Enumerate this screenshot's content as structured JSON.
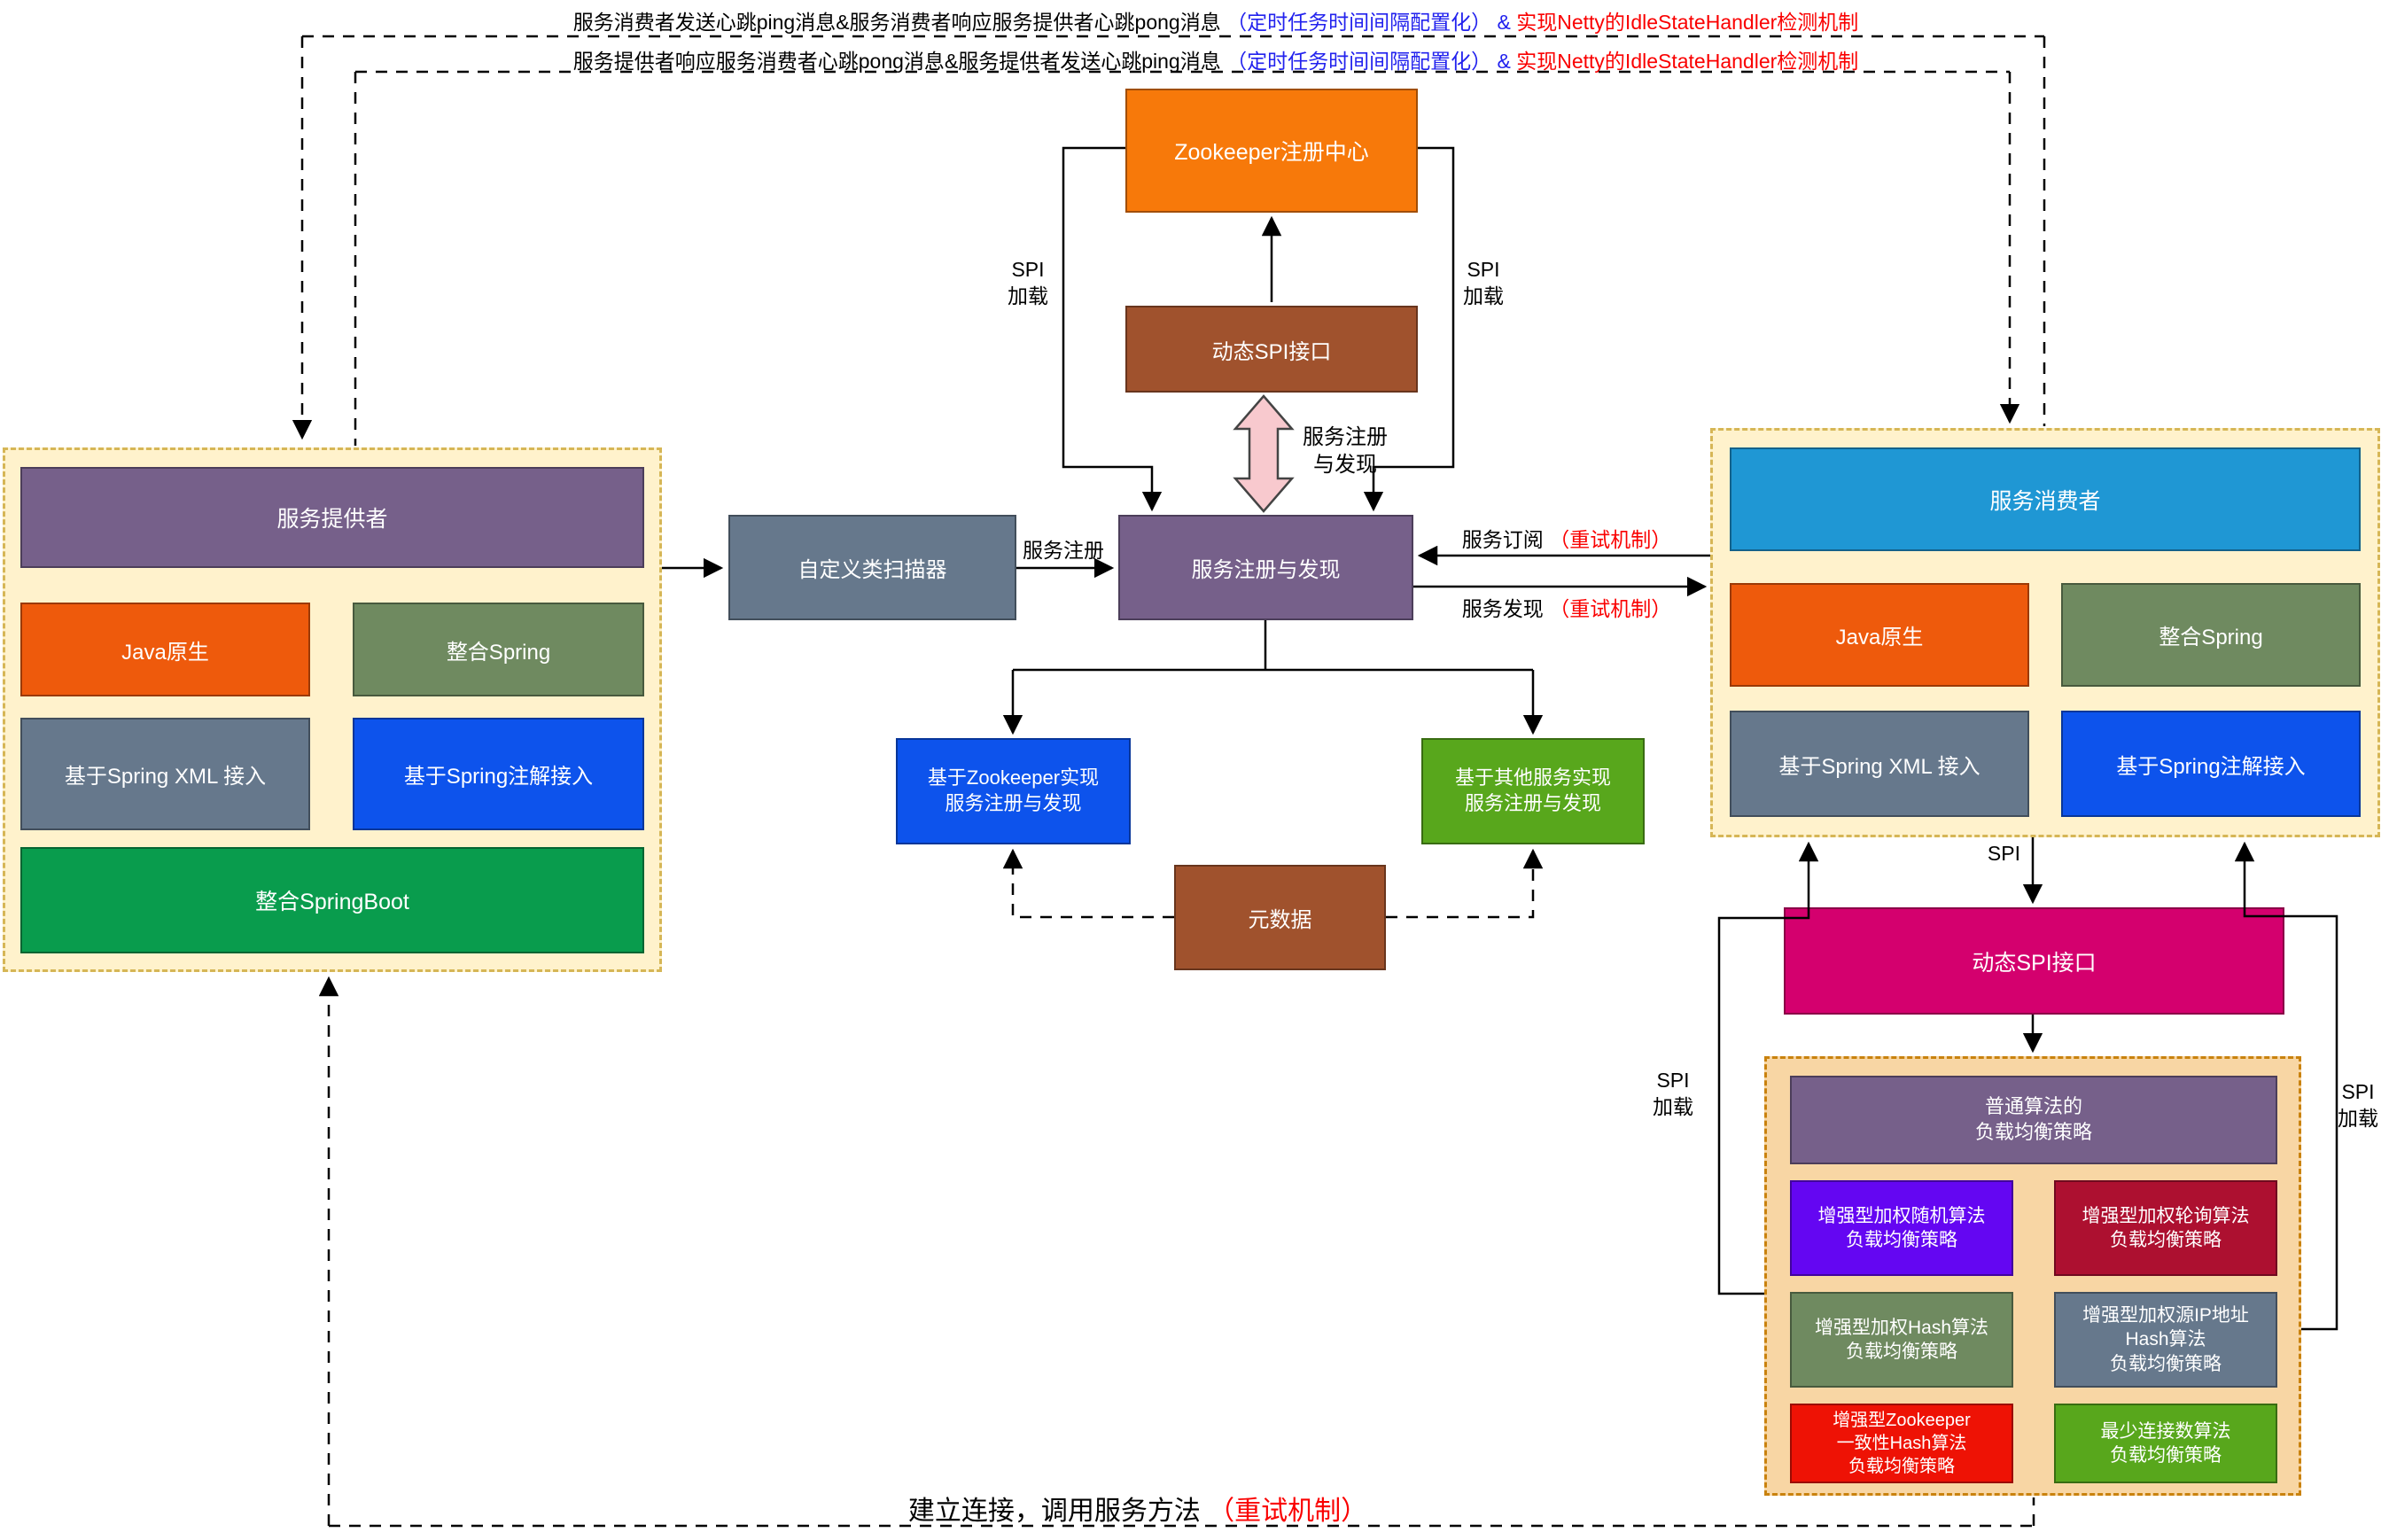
{
  "colors": {
    "panel_bg": "#FFF2CC",
    "panel_border": "#D6B656",
    "lb_bg": "#F8D6A4",
    "lb_border": "#C9820E",
    "purple": "#76608A",
    "orange_bright": "#F7790A",
    "orange_deep": "#EE5A0C",
    "olive": "#6F8A60",
    "slate": "#66788C",
    "blue": "#0D53EC",
    "green_dark": "#099C4D",
    "azure": "#1F97D4",
    "green": "#58A71C",
    "brown": "#A0522D",
    "pink": "#D4006E",
    "violet": "#6406F2",
    "crimson": "#AD1030",
    "red": "#EE1205",
    "text_blue": "#2222EE",
    "text_red": "#FA0000",
    "arrow_pink": "#F8C9CE"
  },
  "heartbeat": {
    "line1": {
      "main": "服务消费者发送心跳ping消息&服务消费者响应服务提供者心跳pong消息 ",
      "config": "（定时任务时间间隔配置化）",
      "amp": " & ",
      "netty": "实现Netty的IdleStateHandler检测机制"
    },
    "line2": {
      "main": "服务提供者响应服务消费者心跳pong消息&服务提供者发送心跳ping消息 ",
      "config": "（定时任务时间间隔配置化）",
      "amp": " & ",
      "netty": "实现Netty的IdleStateHandler检测机制"
    }
  },
  "labels": {
    "spi": "SPI",
    "spi_load": "SPI\n加载",
    "retry": "（重试机制）"
  },
  "registry_center": {
    "zookeeper": "Zookeeper注册中心",
    "dynamic_spi": "动态SPI接口"
  },
  "center": {
    "scanner": "自定义类扫描器",
    "register": "服务注册",
    "registry_discovery": "服务注册与发现",
    "reg_disc_vertical": "服务注册\n与发现",
    "subscribe": "服务订阅 ",
    "discover": "服务发现 ",
    "zk_impl": "基于Zookeeper实现\n服务注册与发现",
    "other_impl": "基于其他服务实现\n服务注册与发现",
    "metadata": "元数据"
  },
  "provider": {
    "title": "服务提供者",
    "cells": [
      "Java原生",
      "整合Spring",
      "基于Spring XML 接入",
      "基于Spring注解接入",
      "整合SpringBoot"
    ]
  },
  "consumer": {
    "title": "服务消费者",
    "cells": [
      "Java原生",
      "整合Spring",
      "基于Spring XML 接入",
      "基于Spring注解接入"
    ]
  },
  "spi_panel": {
    "dynamic_spi": "动态SPI接口"
  },
  "balancer": {
    "title": "普通算法的\n负载均衡策略",
    "cells": [
      "增强型加权随机算法\n负载均衡策略",
      "增强型加权轮询算法\n负载均衡策略",
      "增强型加权Hash算法\n负载均衡策略",
      "增强型加权源IP地址\nHash算法\n负载均衡策略",
      "增强型Zookeeper\n一致性Hash算法\n负载均衡策略",
      "最少连接数算法\n负载均衡策略"
    ]
  },
  "bottom": {
    "main": "建立连接，调用服务方法 "
  }
}
